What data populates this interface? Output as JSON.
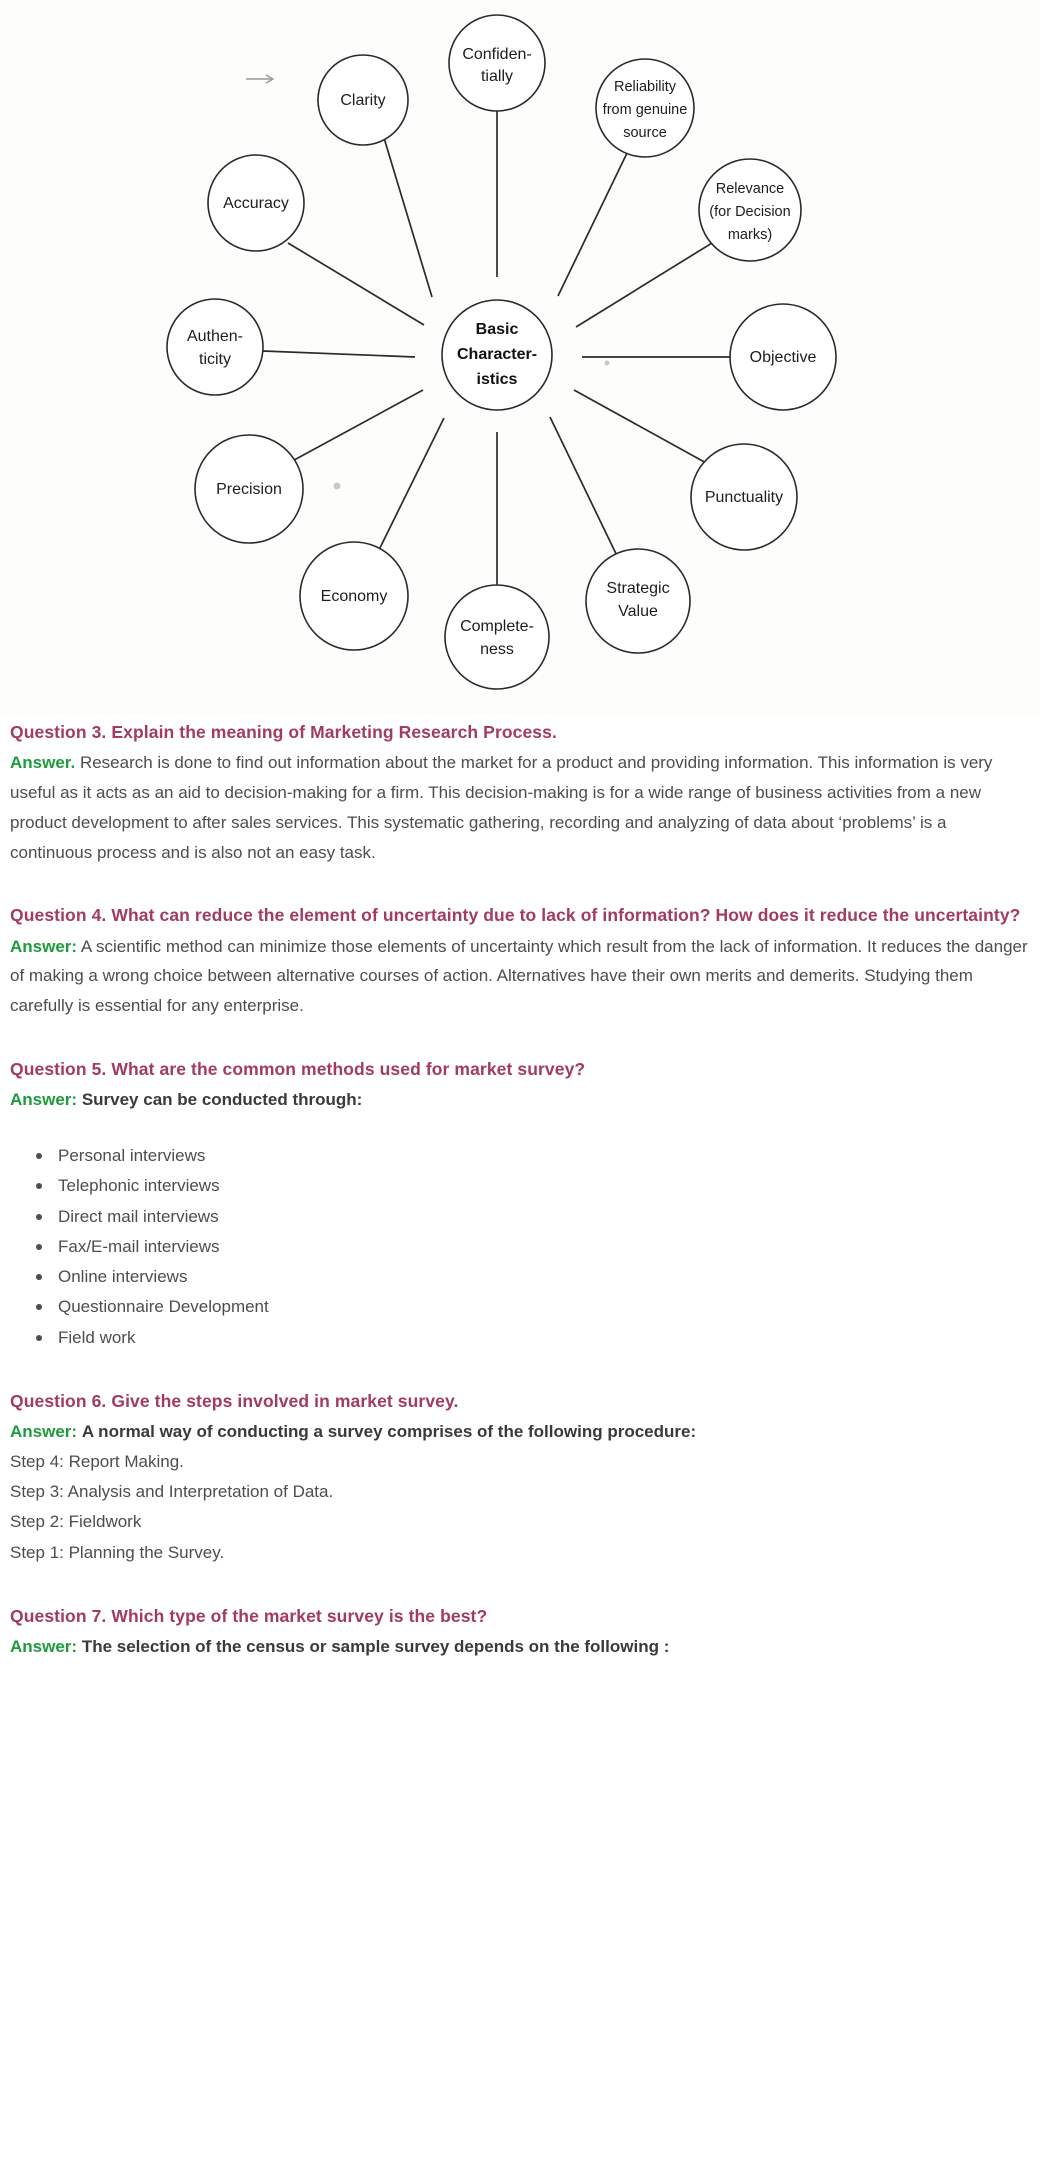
{
  "diagram": {
    "title": "Basic Characteristics mind map",
    "center": {
      "label_lines": [
        "Basic",
        "Character-",
        "istics"
      ],
      "label": "Basic Characteristics"
    },
    "nodes": [
      {
        "id": "clarity",
        "label": "Clarity",
        "lines": [
          "Clarity"
        ]
      },
      {
        "id": "confidentially",
        "label": "Confidentially",
        "lines": [
          "Confiden-",
          "tially"
        ]
      },
      {
        "id": "reliability",
        "label": "Reliability from genuine source",
        "lines": [
          "Reliability",
          "from genuine",
          "source"
        ]
      },
      {
        "id": "relevance",
        "label": "Relevance (for Decision marks)",
        "lines": [
          "Relevance",
          "(for Decision",
          "marks)"
        ]
      },
      {
        "id": "objective",
        "label": "Objective",
        "lines": [
          "Objective"
        ]
      },
      {
        "id": "punctuality",
        "label": "Punctuality",
        "lines": [
          "Punctuality"
        ]
      },
      {
        "id": "strategic",
        "label": "Strategic Value",
        "lines": [
          "Strategic",
          "Value"
        ]
      },
      {
        "id": "completeness",
        "label": "Completeness",
        "lines": [
          "Complete-",
          "ness"
        ]
      },
      {
        "id": "economy",
        "label": "Economy",
        "lines": [
          "Economy"
        ]
      },
      {
        "id": "precision",
        "label": "Precision",
        "lines": [
          "Precision"
        ]
      },
      {
        "id": "authenticity",
        "label": "Authenticity",
        "lines": [
          "Authen-",
          "ticity"
        ]
      },
      {
        "id": "accuracy",
        "label": "Accuracy",
        "lines": [
          "Accuracy"
        ]
      }
    ]
  },
  "questions": [
    {
      "id": "q3",
      "number": "Question 3.",
      "title": "Explain the meaning of Marketing Research Process.",
      "answer_label": "Answer.",
      "answer_text": "Research is done to find out information about the market for a product and providing information. This information is very useful as it acts as an aid to decision-making for a firm. This decision-making is for a wide range of business activities from a new product development to after sales services. This systematic gathering, recording and analyzing of data about ‘problems’ is a continuous process and is also not an easy task."
    },
    {
      "id": "q4",
      "number": "Question 4.",
      "title": "What can reduce the element of uncertainty due to lack of information? How does it reduce the uncertainty?",
      "answer_label": "Answer:",
      "answer_text": "A scientific method can minimize those elements of uncertainty which result from the lack of information. It reduces the danger of making a wrong choice between alternative courses of action. Alternatives have their own merits and demerits. Studying them carefully is essential for any enterprise."
    },
    {
      "id": "q5",
      "number": "Question 5.",
      "title": "What are the common methods used for market survey?",
      "answer_label": "Answer:",
      "answer_lead": "Survey can be conducted through:",
      "items": [
        "Personal interviews",
        "Telephonic interviews",
        "Direct mail interviews",
        "Fax/E-mail interviews",
        "Online interviews",
        "Questionnaire Development",
        "Field work"
      ]
    },
    {
      "id": "q6",
      "number": "Question 6.",
      "title": "Give the steps involved in market survey.",
      "answer_label": "Answer:",
      "answer_lead": "A normal way of conducting a survey comprises of the following procedure:",
      "steps": [
        "Step 4: Report Making.",
        "Step 3: Analysis and Interpretation of Data.",
        "Step 2: Fieldwork",
        "Step 1: Planning the Survey."
      ]
    },
    {
      "id": "q7",
      "number": "Question 7.",
      "title": "Which type of the market survey is the best?",
      "answer_label": "Answer:",
      "answer_lead": "The selection of the census or sample survey depends on the following :"
    }
  ],
  "colors": {
    "question": "#a33b5e",
    "answer_label": "#1f9a3d",
    "body_text": "#4d4d4d",
    "diagram_stroke": "#2a2a2a",
    "page_background": "#ffffff"
  }
}
